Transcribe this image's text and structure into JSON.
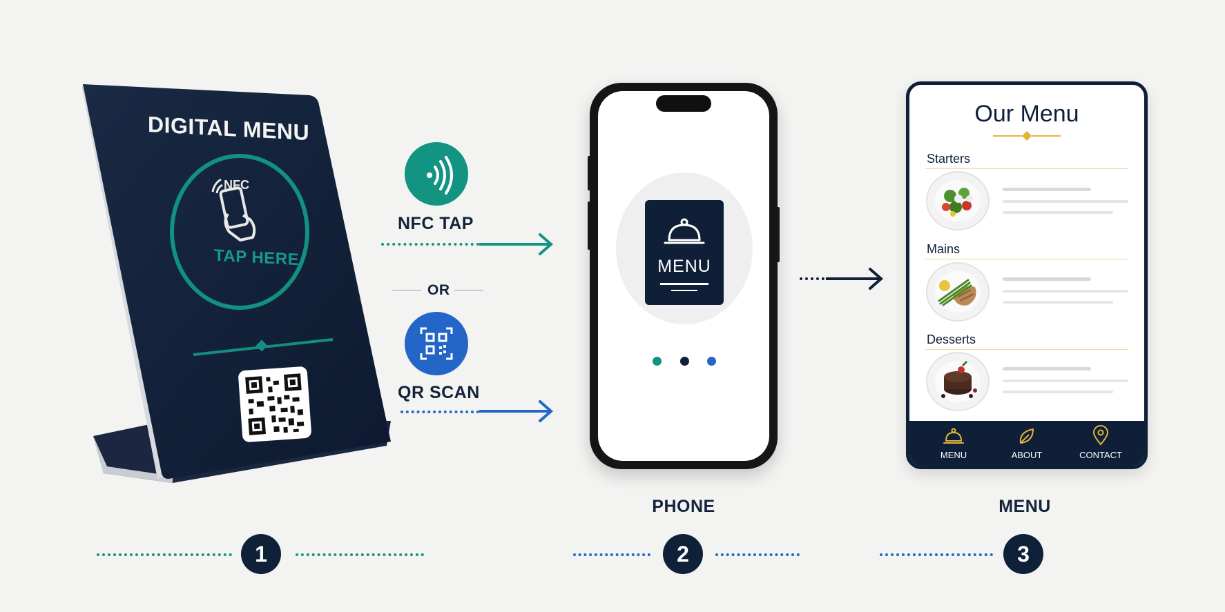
{
  "stand": {
    "title": "DIGITAL MENU",
    "nfc_text": "NFC",
    "tap_label": "TAP HERE"
  },
  "methods": {
    "nfc_label": "NFC TAP",
    "or_label": "OR",
    "qr_label": "QR SCAN"
  },
  "phone": {
    "menu_label": "MENU",
    "caption": "PHONE"
  },
  "menu_screen": {
    "title": "Our Menu",
    "sections": [
      "Starters",
      "Mains",
      "Desserts"
    ],
    "nav": [
      "MENU",
      "ABOUT",
      "CONTACT"
    ],
    "caption": "MENU"
  },
  "steps": [
    "1",
    "2",
    "3"
  ],
  "colors": {
    "navy": "#0f1f38",
    "teal": "#139483",
    "blue": "#2366c7",
    "gold": "#e3b43a",
    "background": "#f3f3f2"
  }
}
